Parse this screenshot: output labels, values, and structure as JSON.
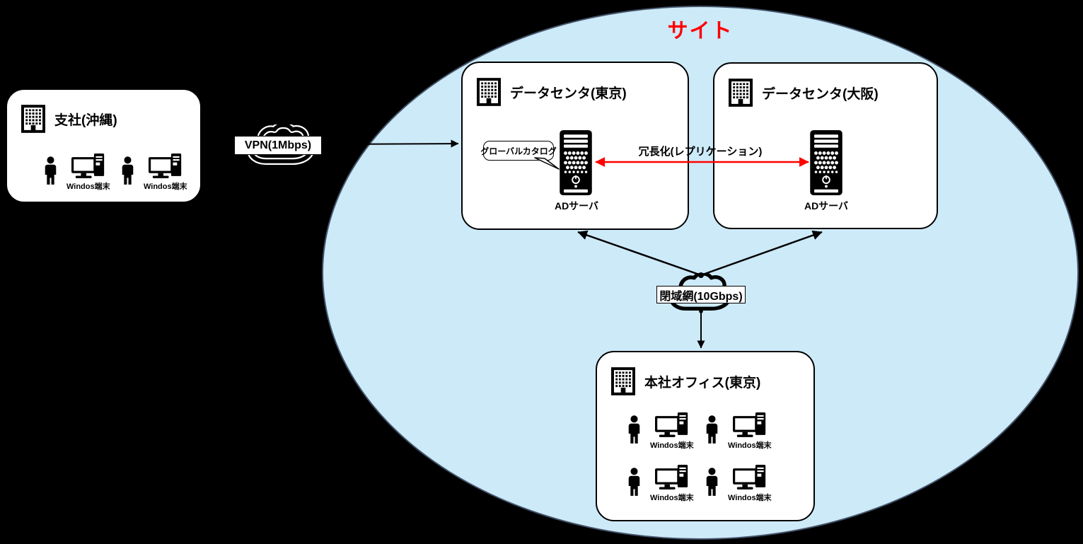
{
  "site": {
    "label": "サイト"
  },
  "branch_office": {
    "title": "支社(沖縄)",
    "terminals": [
      {
        "label": "Windos端末"
      },
      {
        "label": "Windos端末"
      }
    ]
  },
  "vpn": {
    "label": "VPN(1Mbps)"
  },
  "closed_network": {
    "label": "閉域網(10Gbps)"
  },
  "datacenter_tokyo": {
    "title": "データセンタ(東京)",
    "server_label": "ADサーバ",
    "callout": "グローバルカタログ"
  },
  "datacenter_osaka": {
    "title": "データセンタ(大阪)",
    "server_label": "ADサーバ"
  },
  "replication": {
    "label": "冗長化(レプリケーション)"
  },
  "hq_office": {
    "title": "本社オフィス(東京)",
    "terminals": [
      {
        "label": "Windos端末"
      },
      {
        "label": "Windos端末"
      },
      {
        "label": "Windos端末"
      },
      {
        "label": "Windos端末"
      }
    ]
  },
  "colors": {
    "background": "#000000",
    "site_fill": "#cdeaf9",
    "site_border": "#44546a",
    "accent_red": "#ff0000",
    "box_fill": "#ffffff",
    "box_border": "#000000"
  }
}
